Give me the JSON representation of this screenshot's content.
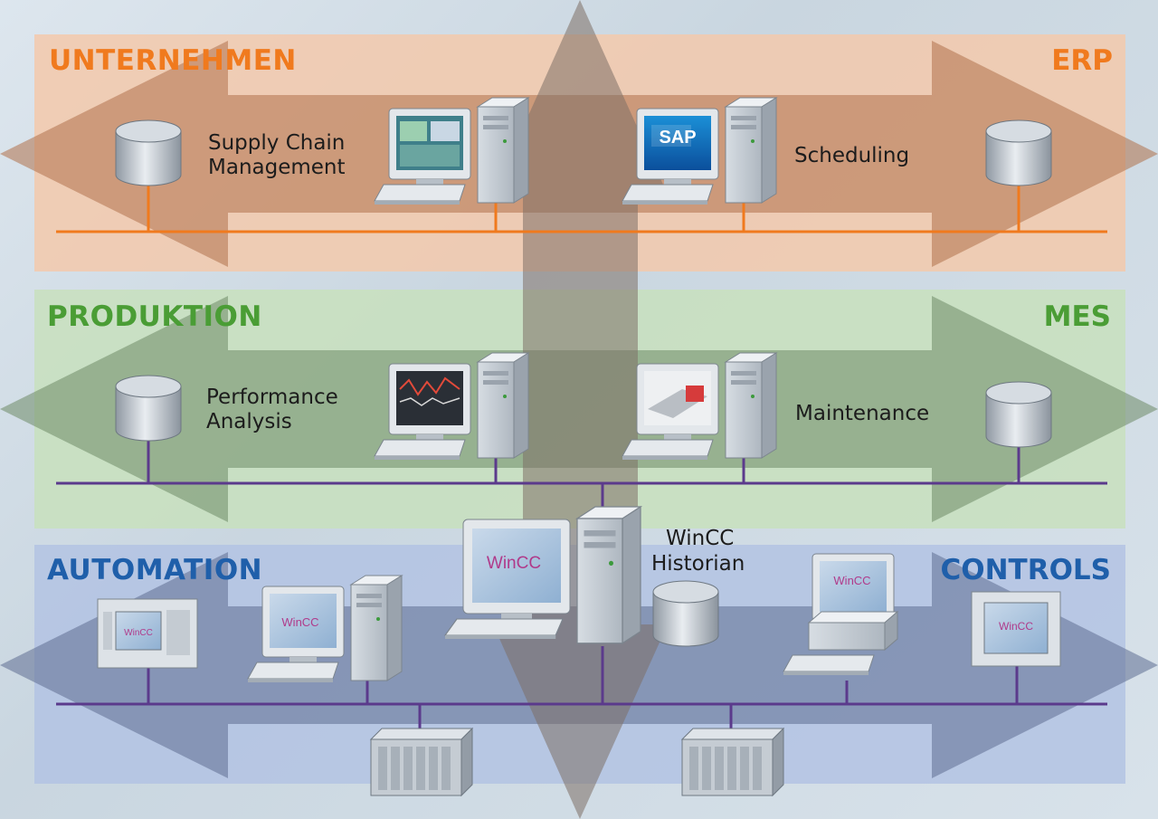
{
  "layers": [
    {
      "id": "enterprise",
      "title": "UNTERNEHMEN",
      "tag": "ERP",
      "color": "#f07a1e"
    },
    {
      "id": "production",
      "title": "PRODUKTION",
      "tag": "MES",
      "color": "#4a9d35"
    },
    {
      "id": "automation",
      "title": "AUTOMATION",
      "tag": "CONTROLS",
      "color": "#1f5faa"
    }
  ],
  "labels": {
    "scm_line1": "Supply Chain",
    "scm_line2": "Management",
    "scheduling": "Scheduling",
    "perf_line1": "Performance",
    "perf_line2": "Analysis",
    "maintenance": "Maintenance",
    "historian_line1": "WinCC",
    "historian_line2": "Historian"
  },
  "screens": {
    "sap": "SAP",
    "wincc": "WinCC"
  },
  "colors": {
    "erp_bus": "#f07a1e",
    "mes_bus": "#5b3a8c",
    "automation_bus": "#5b3a8c",
    "enterprise_band": "#f3c9ac",
    "production_band": "#c8e0bd",
    "automation_band": "#b3c3e3"
  }
}
